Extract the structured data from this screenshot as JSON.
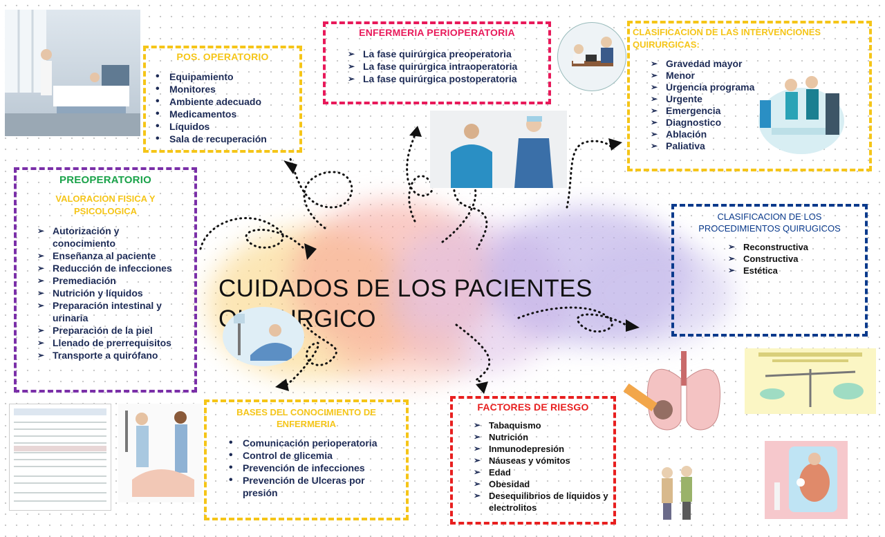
{
  "center": {
    "line1": "CUIDADOS DE LOS PACIENTES",
    "line2": "QUIRURGICO"
  },
  "postop": {
    "title": "POS. OPERATORIO",
    "items": [
      "Equipamiento",
      "Monitores",
      "Ambiente adecuado",
      "Medicamentos",
      "Líquidos",
      "Sala de recuperación"
    ]
  },
  "periop": {
    "title": "ENFERMERIA PERIOPERATORIA",
    "items": [
      "La fase quirúrgica preoperatoria",
      "La fase quirúrgica intraoperatoria",
      "La fase quirúrgica postoperatoria"
    ]
  },
  "clasif_interv": {
    "title": "CLASIFICACION DE LAS INTERVENCIONES QUIRURGICAS:",
    "items": [
      "Gravedad mayor",
      "Menor",
      "Urgencia programa",
      "Urgente",
      "Emergencia",
      "Diagnostico",
      "Ablación",
      "Paliativa"
    ]
  },
  "preop": {
    "title": "PREOPERATORIO",
    "subtitle": "VALORACION FISICA Y PSICOLOGICA",
    "items": [
      "Autorización y conocimiento",
      "Enseñanza al paciente",
      "Reducción de infecciones",
      "Premediación",
      "Nutrición y líquidos",
      "Preparación intestinal y urinaria",
      "Preparación de la piel",
      "Llenado de prerrequisitos",
      "Transporte a quirófano"
    ]
  },
  "clasif_proc": {
    "title": "CLASIFICACION DE LOS PROCEDIMIENTOS QUIRUGICOS",
    "items": [
      "Reconstructiva",
      "Constructiva",
      "Estética"
    ]
  },
  "bases": {
    "title": "BASES DEL CONOCIMIENTO DE ENFERMERIA",
    "items": [
      "Comunicación perioperatoria",
      "Control de glicemia",
      "Prevención de infecciones",
      "Prevención de Ulceras por presión"
    ]
  },
  "riesgo": {
    "title": "FACTORES DE RIESGO",
    "items": [
      "Tabaquismo",
      "Nutrición",
      "Inmunodepresión",
      "Náuseas y vómitos",
      "Edad",
      "Obesidad",
      "Desequilibrios de líquidos y electrolitos"
    ]
  },
  "colors": {
    "yellow": "#f5c518",
    "pink": "#e8195a",
    "purple": "#7a2fa8",
    "navy": "#0a3a8c",
    "red": "#e81f1f",
    "green": "#1aa34a"
  }
}
